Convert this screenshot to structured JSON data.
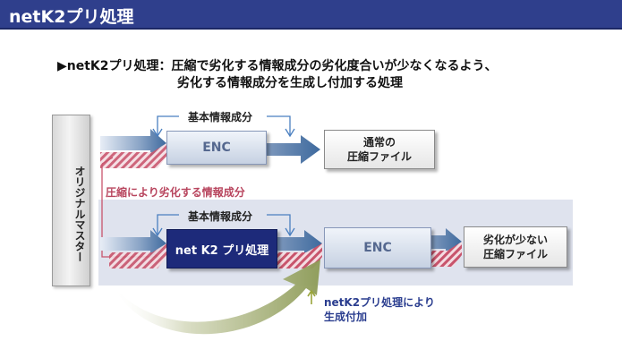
{
  "title": "netK2プリ処理",
  "headline": {
    "line1": "▶netK2プリ処理：圧縮で劣化する情報成分の劣化度合いが少なくなるよう、",
    "line2": "劣化する情報成分を生成し付加する処理"
  },
  "master": "オリジナルマスター",
  "top_row": {
    "basic_info": "基本情報成分",
    "enc": "ENC",
    "output": [
      "通常の",
      "圧縮ファイル"
    ]
  },
  "degraded_label": "圧縮により劣化する情報成分",
  "bottom_row": {
    "basic_info": "基本情報成分",
    "netk2": "net K2 プリ処理",
    "enc": "ENC",
    "output": [
      "劣化が少ない",
      "圧縮ファイル"
    ]
  },
  "note": [
    "netK2プリ処理により",
    "生成付加"
  ],
  "colors": {
    "title_bg": "#2f3f8c",
    "netk2_box": "#1d2a7a",
    "degraded_red": "#b8455e",
    "arrow_blue": "#4a7fc0"
  }
}
